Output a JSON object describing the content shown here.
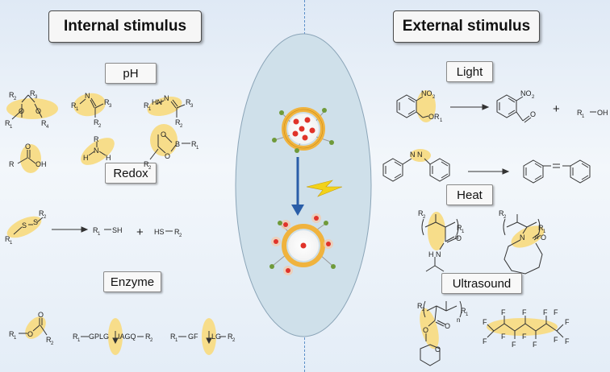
{
  "left_title": "Internal stimulus",
  "right_title": "External stimulus",
  "categories": {
    "ph": "pH",
    "redox": "Redox",
    "enzyme": "Enzyme",
    "light": "Light",
    "heat": "Heat",
    "ultrasound": "Ultrasound"
  },
  "labels": {
    "r": "R",
    "r1": "R",
    "s": "S",
    "sh": "SH",
    "hs": "HS",
    "o": "O",
    "oh": "OH",
    "n": "N",
    "h": "H",
    "b": "B",
    "f": "F",
    "no2": "NO",
    "hn": "HN",
    "plus": "+",
    "n_sub": "n",
    "gplg": "GPLG",
    "iagq": "IAGQ",
    "gf": "GF",
    "lg": "LG",
    "sub1": "1",
    "sub2": "2",
    "sub3": "3",
    "sub4": "4"
  },
  "colors": {
    "highlight": "#f7dd8a",
    "arrow_blue": "#2a5ea8",
    "lightning": "#f2d21a",
    "capsule_ring": "#f0b33e",
    "drug": "#e0332a",
    "ligand": "#6f9a3a",
    "ellipse": "#cfe0ea"
  }
}
